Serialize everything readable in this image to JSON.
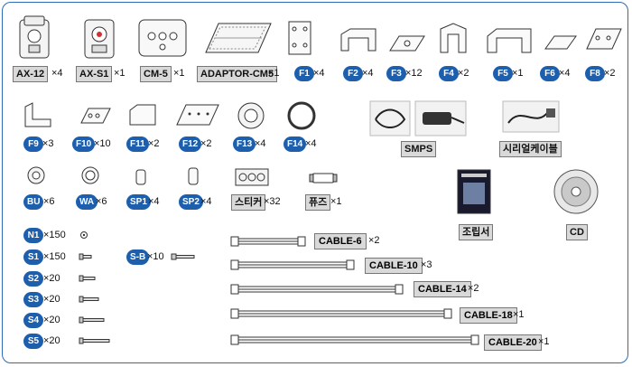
{
  "parts_row1": [
    {
      "label": "AX-12",
      "mult": "×4"
    },
    {
      "label": "AX-S1",
      "mult": "×1"
    },
    {
      "label": "CM-5",
      "mult": "×1"
    },
    {
      "label": "ADAPTOR-CM5",
      "mult": "×1"
    },
    {
      "label": "F1",
      "mult": "×4"
    },
    {
      "label": "F2",
      "mult": "×4"
    },
    {
      "label": "F3",
      "mult": "×12"
    },
    {
      "label": "F4",
      "mult": "×2"
    },
    {
      "label": "F5",
      "mult": "×1"
    },
    {
      "label": "F6",
      "mult": "×4"
    },
    {
      "label": "F8",
      "mult": "×2"
    }
  ],
  "parts_row2": [
    {
      "label": "F9",
      "mult": "×3"
    },
    {
      "label": "F10",
      "mult": "×10"
    },
    {
      "label": "F11",
      "mult": "×2"
    },
    {
      "label": "F12",
      "mult": "×2"
    },
    {
      "label": "F13",
      "mult": "×4"
    },
    {
      "label": "F14",
      "mult": "×4"
    }
  ],
  "accessories": {
    "smps": "SMPS",
    "serial_cable": "시리얼케이블",
    "manual": "조립서",
    "cd": "CD"
  },
  "parts_row3": [
    {
      "label": "BU",
      "mult": "×6"
    },
    {
      "label": "WA",
      "mult": "×6"
    },
    {
      "label": "SP1",
      "mult": "×4"
    },
    {
      "label": "SP2",
      "mult": "×4"
    },
    {
      "label": "스티커",
      "mult": "×32"
    },
    {
      "label": "퓨즈",
      "mult": "×1"
    }
  ],
  "screws": [
    {
      "label": "N1",
      "mult": "×150"
    },
    {
      "label": "S1",
      "mult": "×150"
    },
    {
      "label": "S2",
      "mult": "×20"
    },
    {
      "label": "S3",
      "mult": "×20"
    },
    {
      "label": "S4",
      "mult": "×20"
    },
    {
      "label": "S5",
      "mult": "×20"
    },
    {
      "label": "S-B",
      "mult": "×10"
    }
  ],
  "cables": [
    {
      "label": "CABLE-6",
      "mult": "×2"
    },
    {
      "label": "CABLE-10",
      "mult": "×3"
    },
    {
      "label": "CABLE-14",
      "mult": "×2"
    },
    {
      "label": "CABLE-18",
      "mult": "×1"
    },
    {
      "label": "CABLE-20",
      "mult": "×1"
    }
  ],
  "colors": {
    "badge": "#1d5fad",
    "frame": "#2d6bb3",
    "label_bg": "#d9d9d9"
  }
}
